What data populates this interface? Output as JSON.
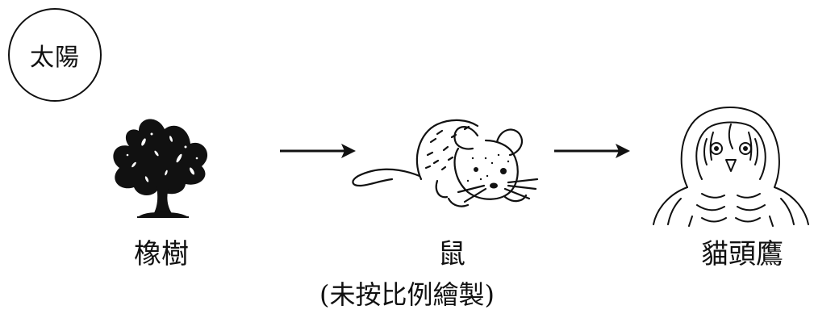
{
  "energy_source": {
    "label": "太陽"
  },
  "food_chain": [
    {
      "name": "橡樹",
      "icon": "oak-tree-icon"
    },
    {
      "name": "鼠",
      "icon": "mouse-icon"
    },
    {
      "name": "貓頭鷹",
      "icon": "owl-icon"
    }
  ],
  "note": "(未按比例繪製)",
  "colors": {
    "ink": "#111111",
    "background": "#ffffff"
  }
}
